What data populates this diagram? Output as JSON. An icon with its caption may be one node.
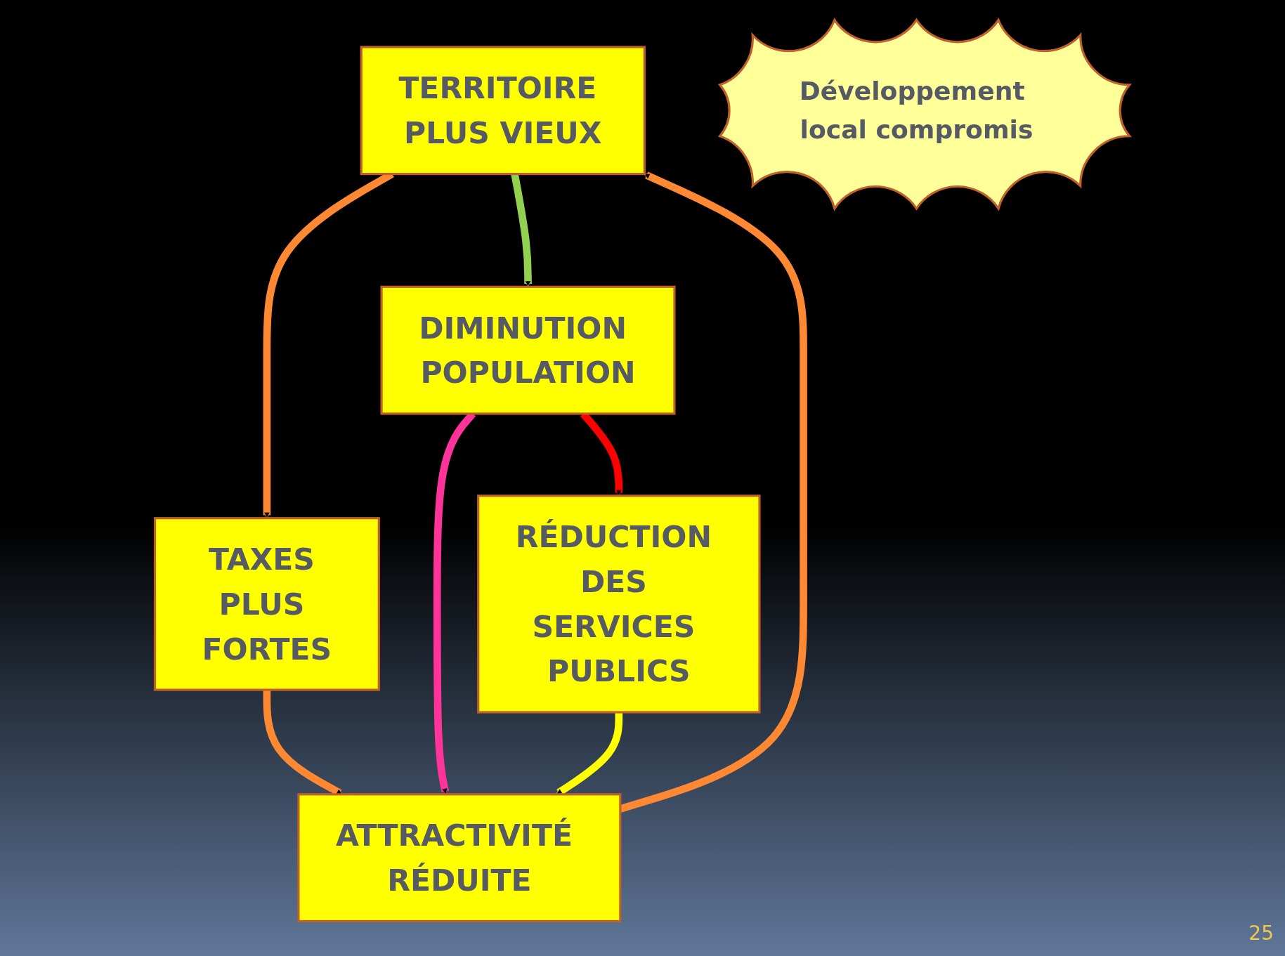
{
  "diagram": {
    "nodes": [
      {
        "text": [
          "TERRITOIRE PLUS VIEUX"
        ]
      },
      {
        "text": [
          "TAXES PLUS FORTES"
        ]
      },
      {
        "text": [
          "ATTRACTIVITÉ RÉDUITE"
        ]
      },
      {
        "text": [
          "DIMINUTION POPULATION"
        ]
      },
      {
        "text": [
          "RÉDUCTION DES SERVICES PUBLICS"
        ]
      },
      {
        "text": [
          "Développement local compromis"
        ]
      }
    ],
    "edges": [
      {
        "from": 0,
        "to": 1,
        "arrow": "to"
      },
      {
        "from": 1,
        "to": 2,
        "arrow": "to"
      },
      {
        "from": 2,
        "to": 0,
        "arrow": "to"
      },
      {
        "from": 0,
        "to": 3,
        "arrow": "to",
        "color": "#92d050"
      },
      {
        "from": 3,
        "to": 2,
        "arrow": "to",
        "color": "#ff3399"
      },
      {
        "from": 3,
        "to": 4,
        "arrow": "to",
        "color": "#ff0000"
      },
      {
        "from": 4,
        "to": 2,
        "arrow": "to",
        "color": "#ffff00"
      }
    ],
    "labels": [
      "25"
    ]
  }
}
